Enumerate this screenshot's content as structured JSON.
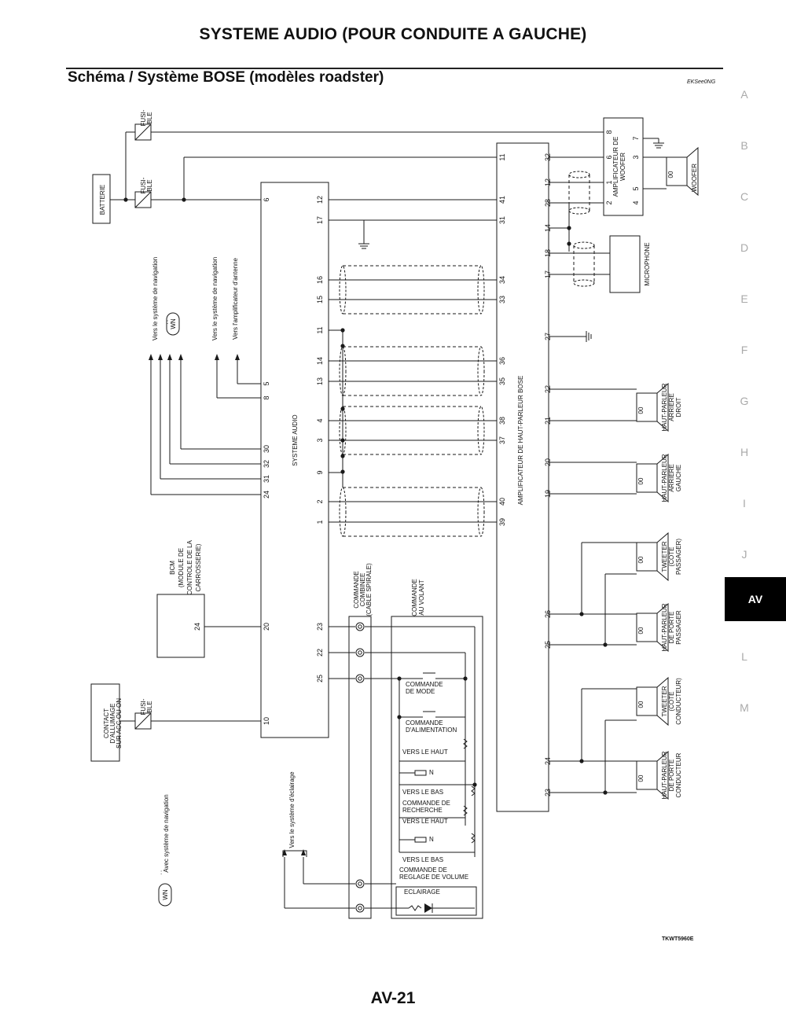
{
  "page": {
    "header_title": "SYSTEME AUDIO (POUR CONDUITE A GAUCHE)",
    "section_title": "Schéma / Système BOSE (modèles roadster)",
    "doc_code": "EKSee0NG",
    "fig_code": "TKWT5960E",
    "page_number": "AV-21"
  },
  "side_index": [
    "A",
    "B",
    "C",
    "D",
    "E",
    "F",
    "G",
    "H",
    "I",
    "J",
    "AV",
    "L",
    "M"
  ],
  "active_index": "AV",
  "colors": {
    "line": "#1a1a1a",
    "side_active": "#000000",
    "side_inactive": "#aaaaaa"
  },
  "components": {
    "battery": "BATTERIE",
    "fuse": "FUSI-\nBLE",
    "head_unit": "SYSTEME AUDIO",
    "amp": "AMPLIFICATEUR DE HAUT-PARLEUR BOSE",
    "woofer_amp": "AMPLIFICATEUR DE\nWOOFER",
    "woofer": "WOOFER",
    "microphone": "MICROPHONE",
    "bcm": "BCM\n(MODULE DE\nCONTROLE DE LA\nCARROSSERIE)",
    "ignition": "CONTACT\nD'ALLUMAGE\nSUR ACC OU ON",
    "spiral_cable": "COMMANDE\nCOMBINEE\n(CABLE SPIRALE)",
    "steering_switch": "COMMANDE\nAU VOLANT",
    "speakers": [
      "HAUT-PARLEUR\nARRIERE\nDROIT",
      "HAUT-PARLEUR\nARRIERE\nGAUCHE",
      "TWEETER\n(COTE\nPASSAGER)",
      "HAUT-PARLEUR\nDE PORTE\nPASSAGER",
      "TWEETER\n(COTE\nCONDUCTEUR)",
      "HAUT-PARLEUR\nDE PORTE\nCONDUCTEUR"
    ]
  },
  "notes": {
    "to_navigation_wn": "Vers le système de navigation",
    "wn_mark": "WN",
    "to_navigation": "Vers le système de navigation",
    "to_antenna_amp": "Vers l'amplificateur d'antenne",
    "to_lighting": "Vers le système d'éclairage",
    "legend": "Avec système de navigation"
  },
  "switches": [
    "COMMANDE\nDE MODE",
    "COMMANDE\nD'ALIMENTATION",
    "VERS LE HAUT",
    "N",
    "VERS LE BAS",
    "COMMANDE DE\nRECHERCHE",
    "VERS LE HAUT",
    "N",
    "VERS LE BAS",
    "COMMANDE DE\nREGLAGE DE VOLUME",
    "ECLAIRAGE"
  ],
  "pins": {
    "head_left": [
      "6",
      "5",
      "8",
      "30",
      "32",
      "31",
      "24",
      "20",
      "10"
    ],
    "head_right": [
      "12",
      "17",
      "16",
      "15",
      "11",
      "14",
      "13",
      "4",
      "3",
      "9",
      "2",
      "1",
      "23",
      "22",
      "25"
    ],
    "amp_left": [
      "11",
      "41",
      "31",
      "34",
      "33",
      "36",
      "35",
      "38",
      "37",
      "40",
      "39"
    ],
    "amp_right": [
      "32",
      "12",
      "28",
      "14",
      "18",
      "17",
      "27",
      "22",
      "21",
      "20",
      "19",
      "26",
      "25",
      "24",
      "23"
    ],
    "woofer_amp": [
      "8",
      "7",
      "6",
      "3",
      "1",
      "5",
      "2",
      "4"
    ],
    "bcm": "24"
  }
}
